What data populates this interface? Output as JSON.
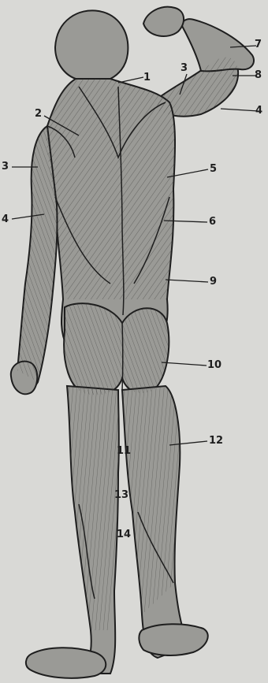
{
  "diagram": {
    "labels": [
      {
        "id": "1a",
        "text": "1"
      },
      {
        "id": "2a",
        "text": "2"
      },
      {
        "id": "3a",
        "text": "3"
      },
      {
        "id": "3b",
        "text": "3"
      },
      {
        "id": "4a",
        "text": "4"
      },
      {
        "id": "4b",
        "text": "4"
      },
      {
        "id": "5a",
        "text": "5"
      },
      {
        "id": "6a",
        "text": "6"
      },
      {
        "id": "7a",
        "text": "7"
      },
      {
        "id": "8a",
        "text": "8"
      },
      {
        "id": "9a",
        "text": "9"
      },
      {
        "id": "10a",
        "text": "10"
      },
      {
        "id": "11a",
        "text": "11"
      },
      {
        "id": "12a",
        "text": "12"
      },
      {
        "id": "13a",
        "text": "13"
      },
      {
        "id": "14a",
        "text": "14"
      }
    ],
    "colors": {
      "paper": "#d9d9d6",
      "ink": "#1e1e1e",
      "muscle_fill": "#8f8f8b",
      "shadow": "#6a6a66"
    }
  }
}
